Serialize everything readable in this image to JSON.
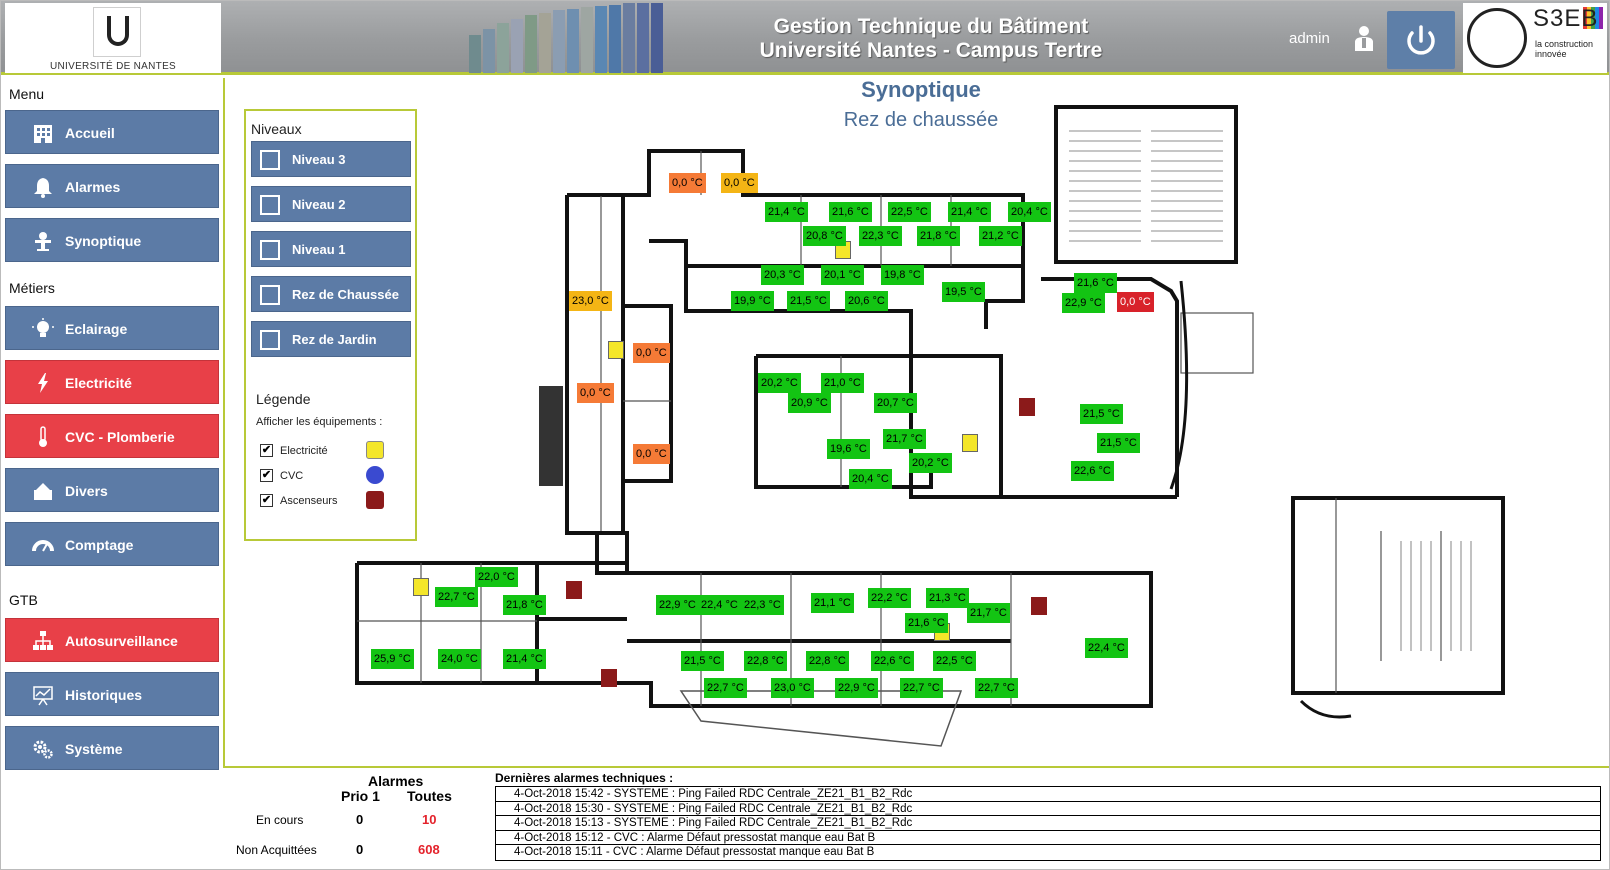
{
  "header": {
    "univ_name": "UNIVERSITÉ DE NANTES",
    "title_line1": "Gestion Technique du Bâtiment",
    "title_line2": "Université Nantes - Campus Tertre",
    "user": "admin",
    "brand_name": "S3EB",
    "brand_tagline": "la construction innovée"
  },
  "sidebar": {
    "menu_label": "Menu",
    "metiers_label": "Métiers",
    "gtb_label": "GTB",
    "menu_items": [
      {
        "label": "Accueil",
        "icon": "building-icon"
      },
      {
        "label": "Alarmes",
        "icon": "bell-icon"
      },
      {
        "label": "Synoptique",
        "icon": "synoptic-icon"
      }
    ],
    "metier_items": [
      {
        "label": "Eclairage",
        "icon": "lightbulb-icon",
        "state": "normal"
      },
      {
        "label": "Electricité",
        "icon": "lightning-icon",
        "state": "alarm"
      },
      {
        "label": "CVC - Plomberie",
        "icon": "thermometer-icon",
        "state": "alarm"
      },
      {
        "label": "Divers",
        "icon": "misc-icon",
        "state": "normal"
      },
      {
        "label": "Comptage",
        "icon": "gauge-icon",
        "state": "normal"
      }
    ],
    "gtb_items": [
      {
        "label": "Autosurveillance",
        "icon": "network-icon",
        "state": "alarm"
      },
      {
        "label": "Historiques",
        "icon": "chart-icon",
        "state": "normal"
      },
      {
        "label": "Système",
        "icon": "gears-icon",
        "state": "normal"
      }
    ]
  },
  "main": {
    "title": "Synoptique",
    "subtitle": "Rez de chaussée",
    "levels_label": "Niveaux",
    "levels": [
      "Niveau 3",
      "Niveau 2",
      "Niveau 1",
      "Rez de Chaussée",
      "Rez de Jardin"
    ],
    "legend_title": "Légende",
    "legend_sub": "Afficher les équipements :",
    "legend_items": [
      {
        "label": "Electricité",
        "checked": true,
        "icon": "electric-equipment-icon",
        "color": "#f4e62a"
      },
      {
        "label": "CVC",
        "checked": true,
        "icon": "cvc-equipment-icon",
        "color": "#3a4ad0"
      },
      {
        "label": "Ascenseurs",
        "checked": true,
        "icon": "elevator-equipment-icon",
        "color": "#8b1a1a"
      }
    ],
    "colors": {
      "ok": "#13c413",
      "warn_orange": "#f57a36",
      "warn_yellow": "#f4b515",
      "alarm": "#d8222a"
    },
    "temperatures": [
      {
        "label": "0,0 °C",
        "status": "warn_orange"
      },
      {
        "label": "0,0 °C",
        "status": "warn_yellow"
      },
      {
        "label": "21,4 °C",
        "status": "ok"
      },
      {
        "label": "21,6 °C",
        "status": "ok"
      },
      {
        "label": "22,5 °C",
        "status": "ok"
      },
      {
        "label": "21,4 °C",
        "status": "ok"
      },
      {
        "label": "20,4 °C",
        "status": "ok"
      },
      {
        "label": "20,8 °C",
        "status": "ok"
      },
      {
        "label": "22,3 °C",
        "status": "ok"
      },
      {
        "label": "21,8 °C",
        "status": "ok"
      },
      {
        "label": "21,2 °C",
        "status": "ok"
      },
      {
        "label": "20,3 °C",
        "status": "ok"
      },
      {
        "label": "20,1 °C",
        "status": "ok"
      },
      {
        "label": "19,8 °C",
        "status": "ok"
      },
      {
        "label": "19,9 °C",
        "status": "ok"
      },
      {
        "label": "21,5 °C",
        "status": "ok"
      },
      {
        "label": "20,6 °C",
        "status": "ok"
      },
      {
        "label": "19,5 °C",
        "status": "ok"
      },
      {
        "label": "21,6 °C",
        "status": "ok"
      },
      {
        "label": "22,9 °C",
        "status": "ok"
      },
      {
        "label": "0,0 °C",
        "status": "alarm"
      },
      {
        "label": "23,0 °C",
        "status": "warn_yellow"
      },
      {
        "label": "0,0 °C",
        "status": "warn_orange"
      },
      {
        "label": "0,0 °C",
        "status": "warn_orange"
      },
      {
        "label": "0,0 °C",
        "status": "warn_orange"
      },
      {
        "label": "20,2 °C",
        "status": "ok"
      },
      {
        "label": "21,0 °C",
        "status": "ok"
      },
      {
        "label": "20,9 °C",
        "status": "ok"
      },
      {
        "label": "20,7 °C",
        "status": "ok"
      },
      {
        "label": "21,7 °C",
        "status": "ok"
      },
      {
        "label": "19,6 °C",
        "status": "ok"
      },
      {
        "label": "20,2 °C",
        "status": "ok"
      },
      {
        "label": "20,4 °C",
        "status": "ok"
      },
      {
        "label": "21,5 °C",
        "status": "ok"
      },
      {
        "label": "21,5 °C",
        "status": "ok"
      },
      {
        "label": "22,6 °C",
        "status": "ok"
      },
      {
        "label": "22,0 °C",
        "status": "ok"
      },
      {
        "label": "22,7 °C",
        "status": "ok"
      },
      {
        "label": "21,8 °C",
        "status": "ok"
      },
      {
        "label": "25,9 °C",
        "status": "ok"
      },
      {
        "label": "24,0 °C",
        "status": "ok"
      },
      {
        "label": "21,4 °C",
        "status": "ok"
      },
      {
        "label": "22,9 °C",
        "status": "ok"
      },
      {
        "label": "22,4 °C",
        "status": "ok"
      },
      {
        "label": "22,3 °C",
        "status": "ok"
      },
      {
        "label": "21,1 °C",
        "status": "ok"
      },
      {
        "label": "22,2 °C",
        "status": "ok"
      },
      {
        "label": "21,3 °C",
        "status": "ok"
      },
      {
        "label": "21,6 °C",
        "status": "ok"
      },
      {
        "label": "21,7 °C",
        "status": "ok"
      },
      {
        "label": "22,4 °C",
        "status": "ok"
      },
      {
        "label": "21,5 °C",
        "status": "ok"
      },
      {
        "label": "22,8 °C",
        "status": "ok"
      },
      {
        "label": "22,8 °C",
        "status": "ok"
      },
      {
        "label": "22,6 °C",
        "status": "ok"
      },
      {
        "label": "22,5 °C",
        "status": "ok"
      },
      {
        "label": "22,7 °C",
        "status": "ok"
      },
      {
        "label": "23,0 °C",
        "status": "ok"
      },
      {
        "label": "22,9 °C",
        "status": "ok"
      },
      {
        "label": "22,7 °C",
        "status": "ok"
      },
      {
        "label": "22,7 °C",
        "status": "ok"
      }
    ]
  },
  "footer": {
    "alarms_label": "Alarmes",
    "col_prio": "Prio 1",
    "col_all": "Toutes",
    "row_current": "En cours",
    "row_unack": "Non Acquittées",
    "current_prio": "0",
    "current_all": "10",
    "unack_prio": "0",
    "unack_all": "608",
    "log_title": "Dernières alarmes techniques :",
    "log": [
      "4-Oct-2018 15:42  -  SYSTEME  :  Ping Failed RDC Centrale_ZE21_B1_B2_Rdc",
      "4-Oct-2018 15:30  -  SYSTEME  :  Ping Failed RDC Centrale_ZE21_B1_B2_Rdc",
      "4-Oct-2018 15:13  -  SYSTEME  :  Ping Failed RDC Centrale_ZE21_B1_B2_Rdc",
      "4-Oct-2018 15:12  -  CVC  :  Alarme Défaut pressostat manque eau Bat B",
      "4-Oct-2018 15:11  -  CVC  :  Alarme Défaut pressostat manque eau Bat B"
    ]
  }
}
